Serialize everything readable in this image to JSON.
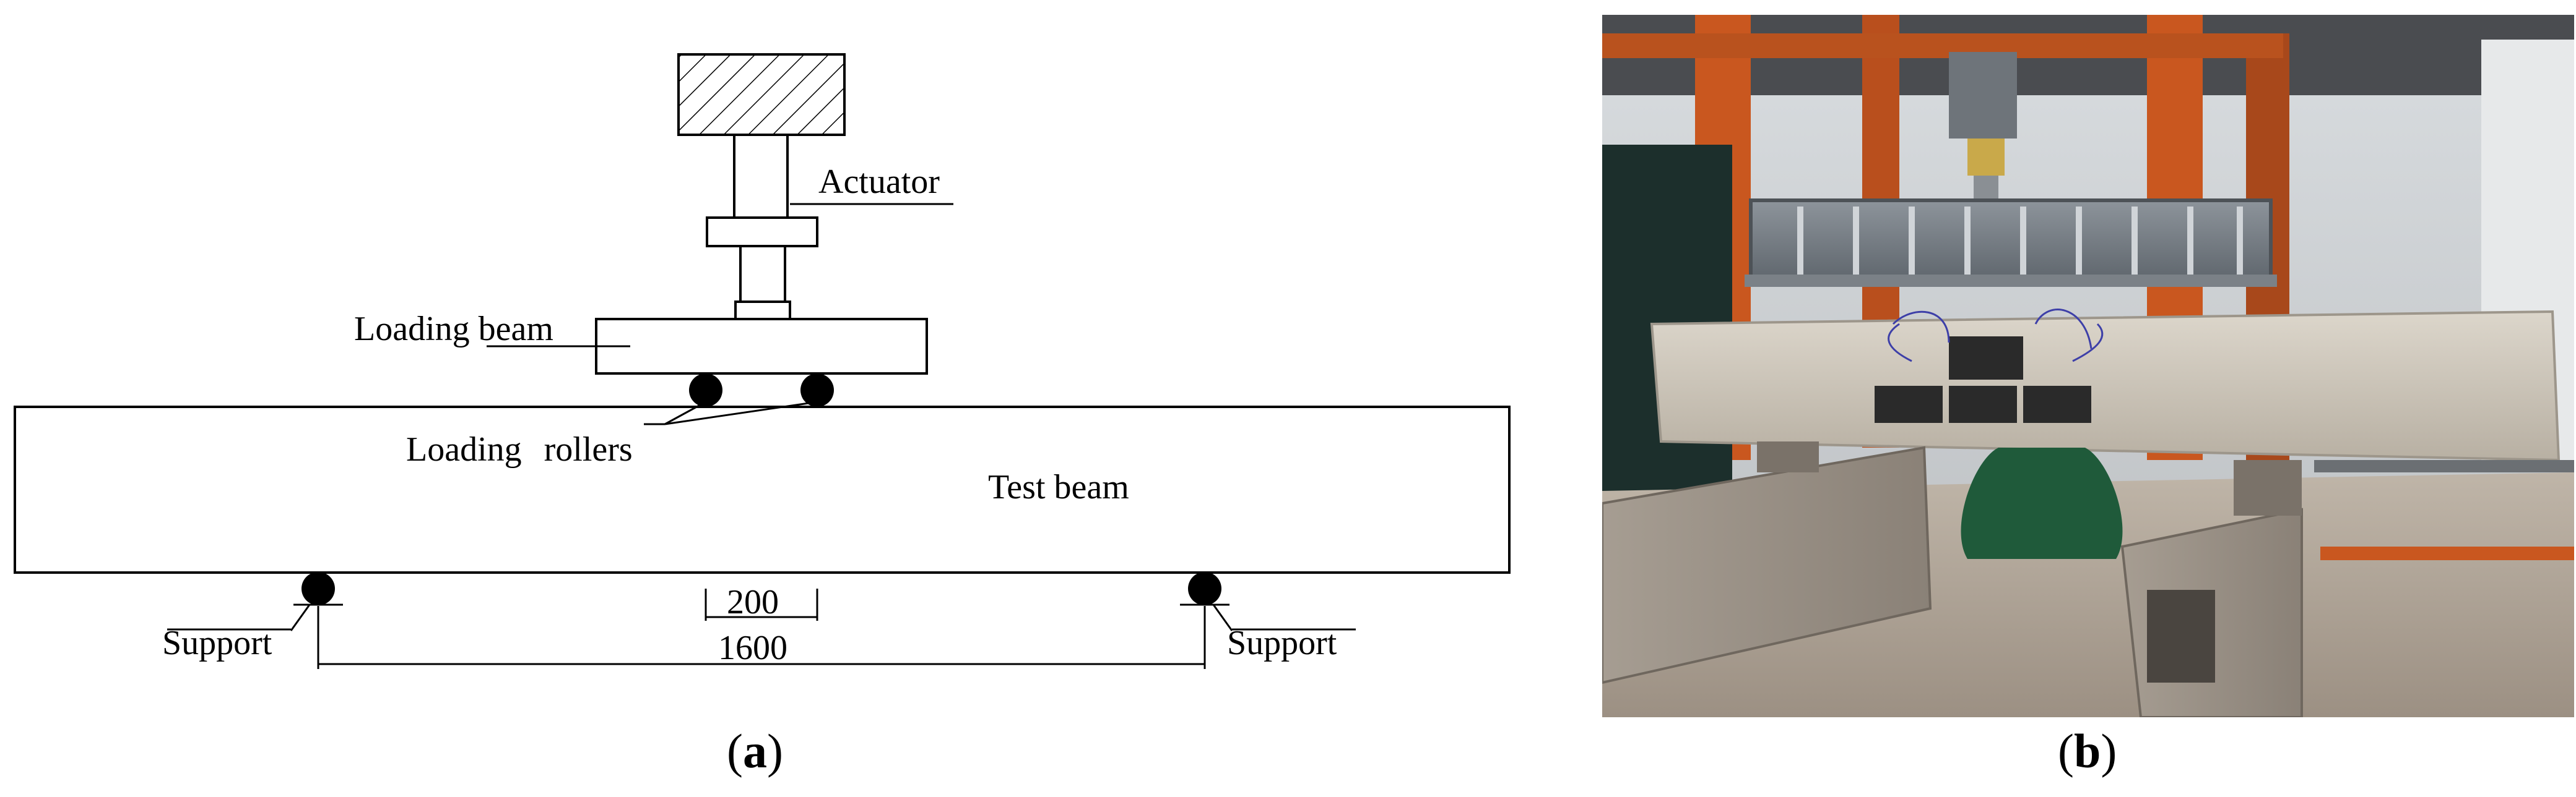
{
  "panel_a": {
    "caption_letter": "a",
    "labels": {
      "actuator": "Actuator",
      "loading_beam": "Loading beam",
      "loading_rollers_word1": "Loading",
      "loading_rollers_word2": "rollers",
      "test_beam": "Test beam",
      "support_left": "Support",
      "support_right": "Support",
      "dimension_roller_spacing": "200",
      "dimension_span": "1600"
    }
  },
  "panel_b": {
    "caption_letter": "b",
    "image": "photograph of four-point bending test setup: concrete test beam on steel supports under a steel loading frame with hydraulic actuator, strain gauges and green-covered instrument beneath"
  },
  "colors": {
    "line": "#000000",
    "orange_frame": "#c9571f",
    "steel_blue": "#5b6f8a",
    "concrete": "#cfc8bc",
    "floor": "#a99e90",
    "green_cover": "#1f5a3a",
    "dark_panel": "#1c2f2c"
  }
}
